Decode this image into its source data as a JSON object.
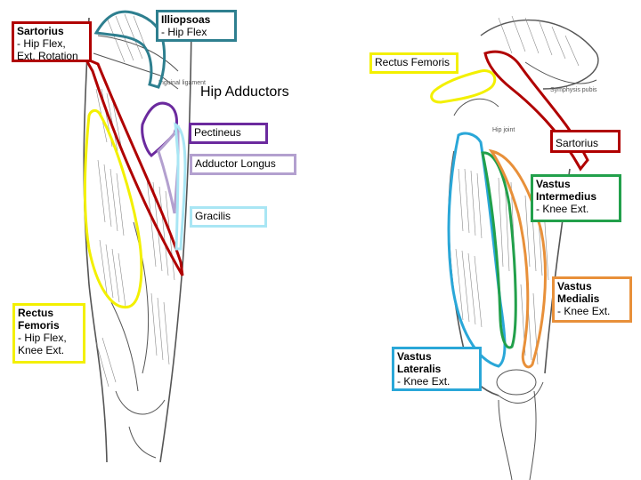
{
  "colors": {
    "sartorius": "#b00000",
    "illiopsoas": "#2e7f8f",
    "rectus_femoris": "#f3f000",
    "pectineus": "#6b2a9e",
    "adductor_longus": "#b3a0cf",
    "gracilis": "#a9e6f4",
    "vastus_intermedius": "#22a04b",
    "vastus_medialis": "#e8903a",
    "vastus_lateralis": "#2aa7d8",
    "anatomy_ink": "#555555"
  },
  "heading": {
    "text": "Hip Adductors"
  },
  "labels": {
    "sartorius_left": {
      "title": "Sartorius",
      "line1": " - Hip Flex,",
      "line2": "Ext. Rotation"
    },
    "illiopsoas": {
      "title": "Illiopsoas",
      "line1": " - Hip Flex"
    },
    "rectus_femoris_top": {
      "title": "Rectus Femoris"
    },
    "pectineus": {
      "title": "Pectineus"
    },
    "adductor_longus": {
      "title": "Adductor Longus"
    },
    "gracilis": {
      "title": "Gracilis"
    },
    "sartorius_right": {
      "title": "Sartorius"
    },
    "vastus_intermedius": {
      "title1": "Vastus",
      "title2": "Intermedius",
      "line1": " - Knee Ext."
    },
    "vastus_medialis": {
      "title1": "Vastus",
      "title2": "Medialis",
      "line1": " - Knee Ext."
    },
    "rectus_femoris_left": {
      "title1": "Rectus",
      "title2": "Femoris",
      "line1": " - Hip Flex,",
      "line2": "Knee Ext."
    },
    "vastus_lateralis": {
      "title1": "Vastus",
      "title2": "Lateralis",
      "line1": " - Knee Ext."
    }
  },
  "image_text": {
    "inguinal_ligament": "Inguinal ligament",
    "symphysis_pubis": "Symphysis pubis",
    "hip_joint": "Hip joint"
  }
}
